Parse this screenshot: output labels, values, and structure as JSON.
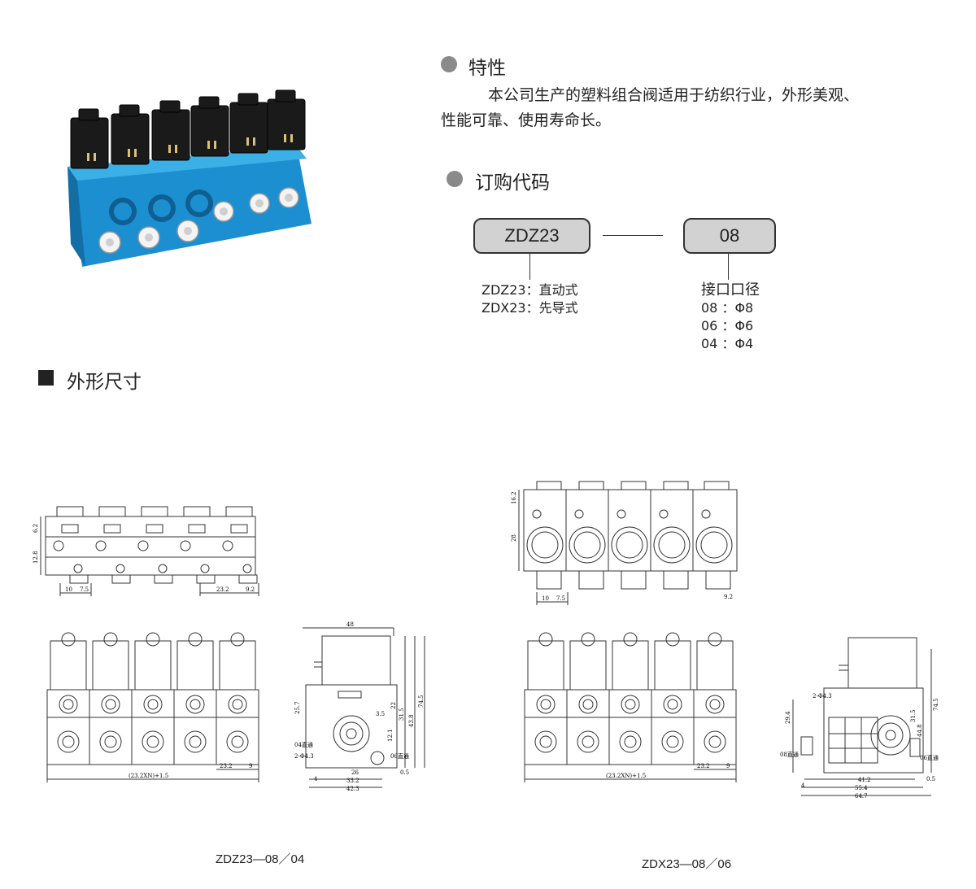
{
  "features": {
    "heading": "特性",
    "text_line1": "本公司生产的塑料组合阀适用于纺织行业，外形美观、",
    "text_line2": "性能可靠、使用寿命长。"
  },
  "order_code": {
    "heading": "订购代码",
    "box1": "ZDZ23",
    "box2": "08",
    "model_lines": [
      "ZDZ23：直动式",
      "ZDX23：先导式"
    ],
    "port_title": "接口口径",
    "port_lines": [
      "08 ：Φ8",
      "06 ：Φ6",
      "04 ：Φ4"
    ]
  },
  "dimensions": {
    "heading": "外形尺寸",
    "caption_left": "ZDZ23—08／04",
    "caption_right": "ZDX23—08／06",
    "left_top_dims": [
      "6.2",
      "12.8",
      "10",
      "7.5",
      "23.2",
      "9.2"
    ],
    "left_front_dims": [
      "(23.2XN)+1.5",
      "23.2",
      "9"
    ],
    "left_side_dims": [
      "48",
      "25.7",
      "3.5",
      "31.5",
      "22",
      "12.1",
      "43.8",
      "74.5",
      "04直通",
      "2-Φ4.3",
      "4",
      "26",
      "33.2",
      "42.3",
      "0.5",
      "06直通"
    ],
    "right_top_dims": [
      "16.2",
      "28",
      "10",
      "7.5",
      "9.2"
    ],
    "right_front_dims": [
      "(23.2XN)+1.5",
      "23.2",
      "9"
    ],
    "right_side_dims": [
      "2-Φ4.3",
      "29.4",
      "31.5",
      "44.8",
      "74.5",
      "08直通",
      "41.2",
      "55.4",
      "64.7",
      "0.5",
      "06直通",
      "4"
    ]
  },
  "photo": {
    "description_colors": {
      "body": "#1f9ad6",
      "coil": "#1b1b1b",
      "fitting": "#f2f2f2"
    },
    "icon": "valve-manifold-photo"
  }
}
